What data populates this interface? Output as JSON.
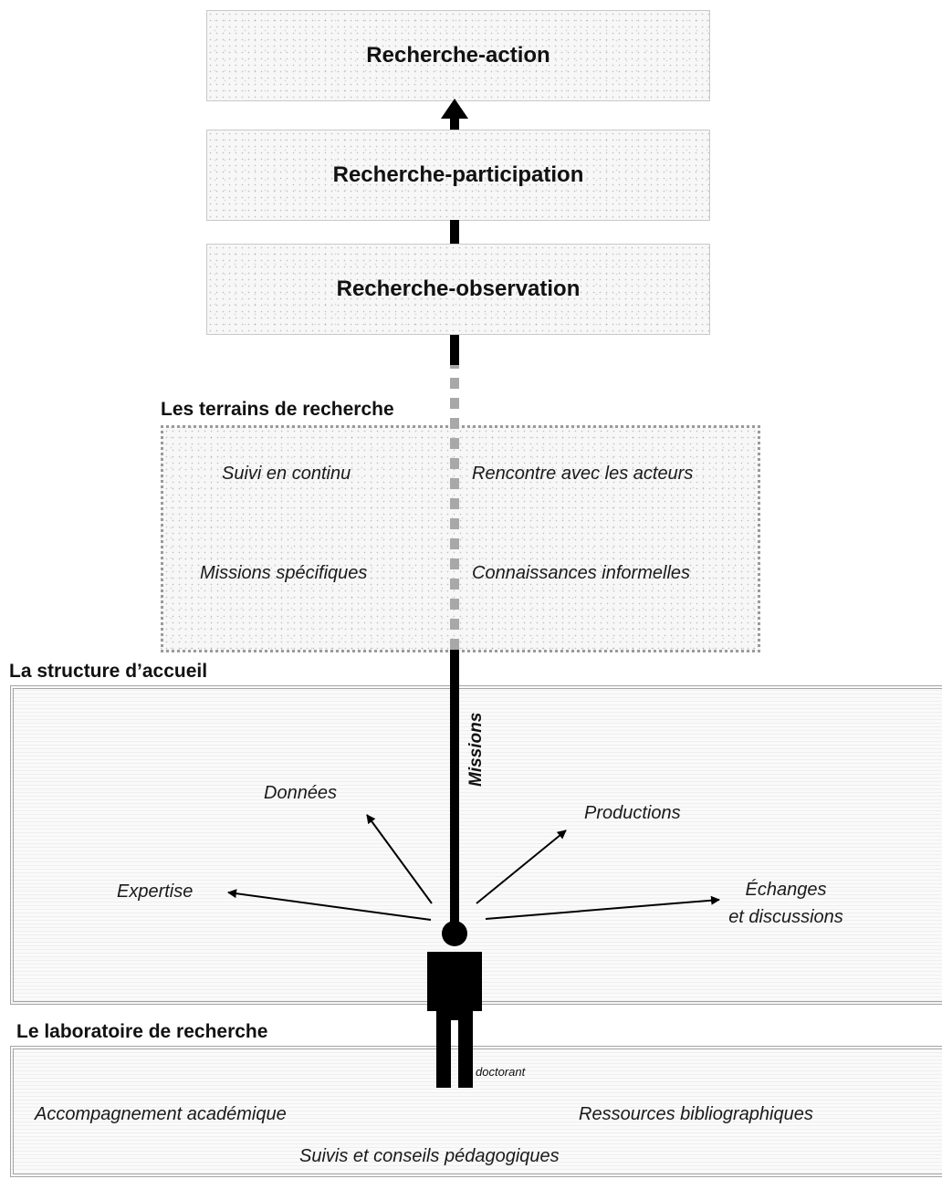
{
  "stages": {
    "top": "Recherche-action",
    "middle": "Recherche-participation",
    "bottom": "Recherche-observation"
  },
  "terrains": {
    "title": "Les terrains de recherche",
    "items": [
      "Suivi en continu",
      "Rencontre avec les acteurs",
      "Missions spécifiques",
      "Connaissances informelles"
    ]
  },
  "structure": {
    "title": "La structure d’accueil",
    "missions_label": "Missions",
    "outputs": {
      "donnees": "Données",
      "productions": "Productions",
      "expertise": "Expertise",
      "echanges_line1": "Échanges",
      "echanges_line2": "et discussions"
    }
  },
  "person": {
    "label": "doctorant"
  },
  "laboratoire": {
    "title": "Le laboratoire de recherche",
    "items": [
      "Accompagnement académique",
      "Ressources bibliographiques",
      "Suivis et conseils pédagogiques"
    ]
  },
  "colors": {
    "solid_line": "#000000",
    "dashed_line": "#a8a8a8",
    "frame_border": "#a5a5a5"
  }
}
